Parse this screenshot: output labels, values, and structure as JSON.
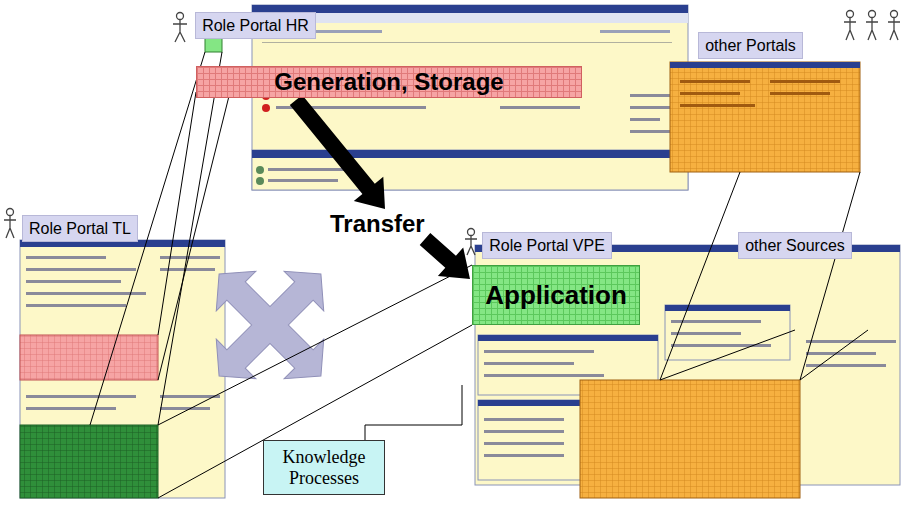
{
  "diagram": {
    "nodes": [
      {
        "text": [
          "Role Portal HR"
        ]
      },
      {
        "text": [
          "Generation, Storage"
        ]
      },
      {
        "text": [
          "other Portals"
        ]
      },
      {
        "text": [
          "Role Portal TL"
        ]
      },
      {
        "text": [
          "Role Portal VPE"
        ]
      },
      {
        "text": [
          "other Sources"
        ]
      },
      {
        "text": [
          "Application"
        ]
      },
      {
        "text": [
          "Knowledge Processes"
        ]
      }
    ],
    "edges": [
      {
        "from": 1,
        "to": 6,
        "label": "Transfer",
        "arrow": "to"
      }
    ]
  }
}
